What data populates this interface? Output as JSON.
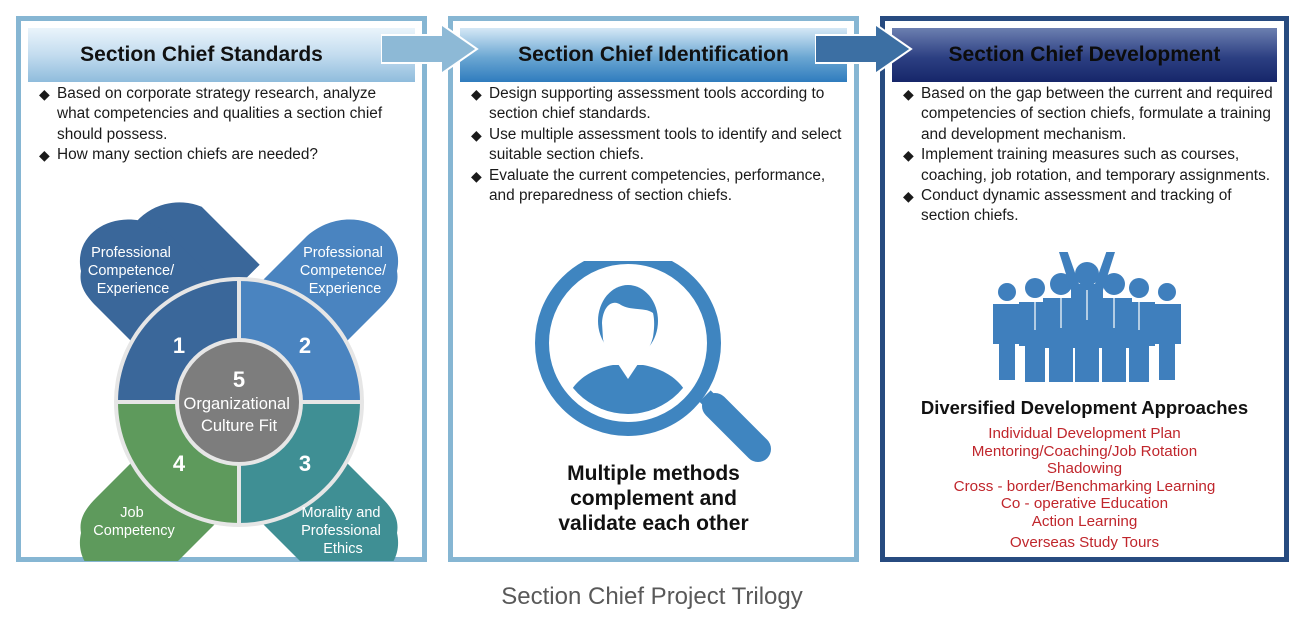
{
  "panels": [
    {
      "title": "Section Chief Standards",
      "bullets": [
        "Based on corporate strategy research, analyze what competencies and qualities a section chief should possess.",
        "How many section chiefs are needed?"
      ]
    },
    {
      "title": "Section Chief Identification",
      "bullets": [
        "Design supporting assessment tools according to section chief standards.",
        "Use multiple assessment tools to identify and select suitable section chiefs.",
        "Evaluate the current competencies, performance, and preparedness of section chiefs."
      ]
    },
    {
      "title": "Section Chief Development",
      "bullets": [
        "Based on the gap between the current and required competencies of section chiefs, formulate a training and development mechanism.",
        "Implement training measures such as courses, coaching, job rotation, and temporary assignments.",
        "Conduct dynamic assessment and tracking of section chiefs."
      ]
    }
  ],
  "competency_model": {
    "quadrants": [
      {
        "number": "1",
        "label_lines": [
          "Professional",
          "Competence/",
          "Experience"
        ],
        "color": "#3a679a"
      },
      {
        "number": "2",
        "label_lines": [
          "Professional",
          "Competence/",
          "Experience"
        ],
        "color": "#4a84c0"
      },
      {
        "number": "3",
        "label_lines": [
          "Morality and",
          "Professional",
          "Ethics"
        ],
        "color": "#3f8f94"
      },
      {
        "number": "4",
        "label_lines": [
          "Job",
          "Competency"
        ],
        "color": "#5e9a5c"
      }
    ],
    "center": {
      "number": "5",
      "label_lines": [
        "Organizational",
        "Culture Fit"
      ],
      "color": "#7d7d7d"
    }
  },
  "identification_graphic": {
    "icon": "magnifier-person-icon",
    "caption_lines": [
      "Multiple methods",
      "complement and",
      "validate each other"
    ]
  },
  "development_graphic": {
    "icon": "team-cheering-icon",
    "title": "Diversified Development Approaches",
    "approaches": [
      "Individual Development Plan",
      "Mentoring/Coaching/Job Rotation",
      "Shadowing",
      "Cross - border/Benchmarking Learning",
      "Co - operative Education",
      "Action Learning",
      "Overseas Study Tours"
    ]
  },
  "caption": "Section Chief Project Trilogy"
}
